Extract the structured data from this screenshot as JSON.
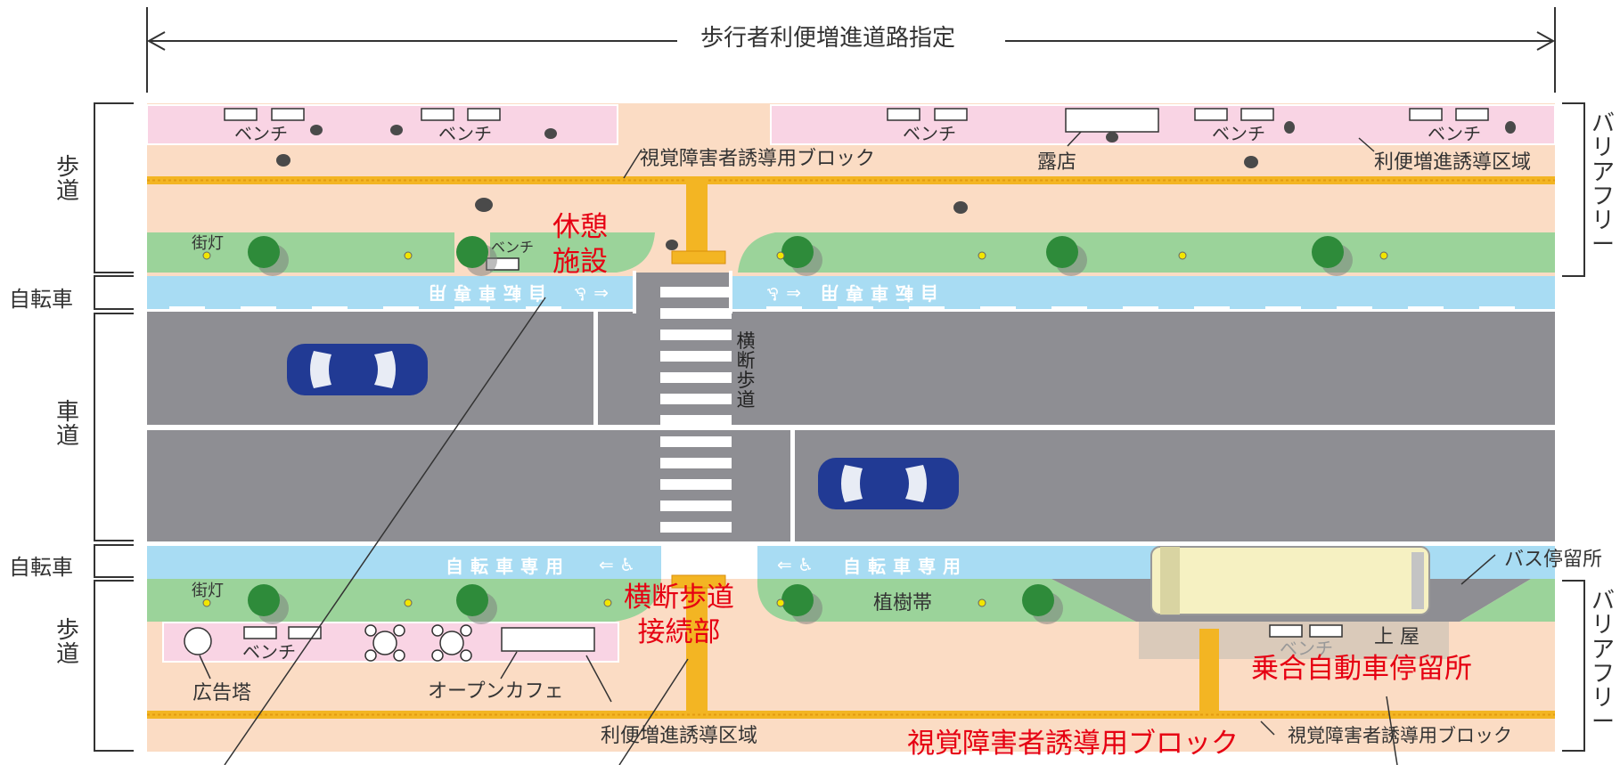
{
  "title": "歩行者利便増進道路指定",
  "left_labels": {
    "sidewalk": "歩道",
    "bicycle": "自転車",
    "roadway": "車道"
  },
  "right_label": "バリアフリー",
  "labels": {
    "bench": "ベンチ",
    "tactile_block": "視覚障害者誘導用ブロック",
    "stall": "露店",
    "promotion_area": "利便増進誘導区域",
    "street_light": "街灯",
    "crosswalk": "横断歩道",
    "bike_lane": "自転車専用",
    "bus_stop": "バス停留所",
    "planting_strip": "植樹帯",
    "roof": "上 屋",
    "ad_tower": "広告塔",
    "open_cafe": "オープンカフェ"
  },
  "callouts": {
    "rest_facility": "休憩\n施設",
    "crosswalk_connection": "横断歩道\n接続部",
    "bus_stop_facility": "乗合自動車停留所",
    "tactile_block_red": "視覚障害者誘導用ブロック"
  },
  "colors": {
    "sidewalk": "#fbdcc4",
    "promotion_zone": "#f9d4e4",
    "planting": "#9bd39a",
    "bike_lane": "#a8dcf3",
    "road": "#8e8e93",
    "tactile": "#f3b523",
    "tree": "#2e8b3a",
    "car": "#213a94",
    "bus": "#f6f1c2",
    "callout_red": "#e60012"
  }
}
